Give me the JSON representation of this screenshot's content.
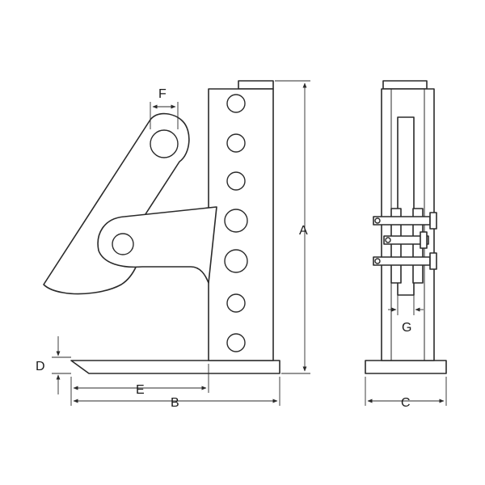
{
  "diagram": {
    "labels": {
      "A": "A",
      "B": "B",
      "C": "C",
      "D": "D",
      "E": "E",
      "F": "F",
      "G": "G"
    },
    "colors": {
      "line": "#2a2a2a",
      "fill": "#ffffff",
      "text": "#1a1a1a"
    }
  }
}
